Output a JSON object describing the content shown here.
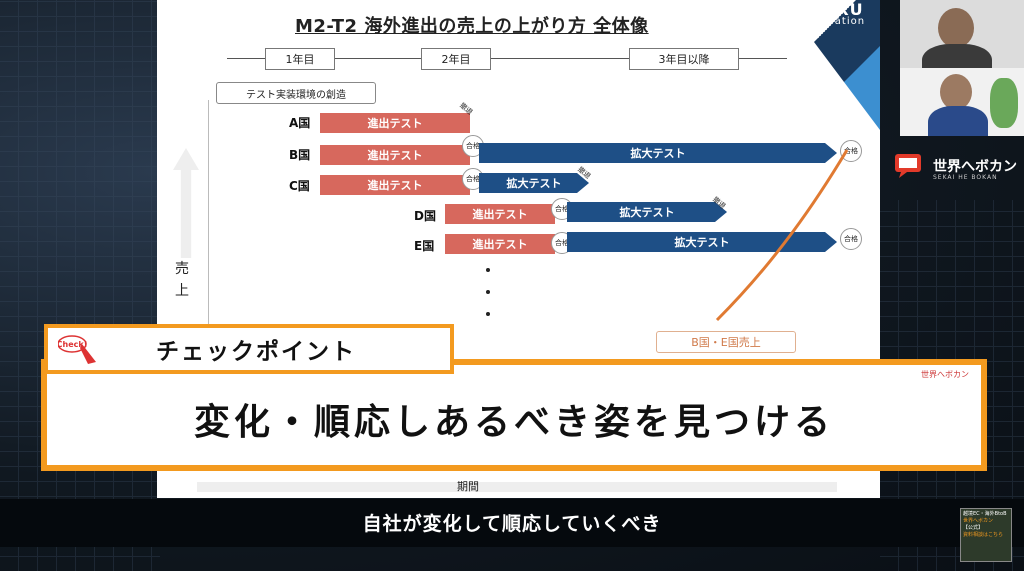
{
  "slide": {
    "title": "M2-T2 海外進出の売上の上がり方 全体像",
    "brand": "COUXU",
    "brand_sub": "Corporation",
    "years": [
      "1年目",
      "2年目",
      "3年目以降"
    ],
    "env_box": "テスト実装環境の創造",
    "y_axis": "売上",
    "x_axis": "期間",
    "sales_box": "B国・E国売上",
    "rows": [
      {
        "country": "A国",
        "entry": "進出テスト",
        "expand": "",
        "badge": "",
        "end_tag": "撤退"
      },
      {
        "country": "B国",
        "entry": "進出テスト",
        "expand": "拡大テスト",
        "badge": "合格",
        "end_tag": "合格"
      },
      {
        "country": "C国",
        "entry": "進出テスト",
        "expand": "拡大テスト",
        "badge": "合格",
        "end_tag": "撤退"
      },
      {
        "country": "D国",
        "entry": "進出テスト",
        "expand": "拡大テスト",
        "badge": "合格",
        "end_tag": "撤退"
      },
      {
        "country": "E国",
        "entry": "進出テスト",
        "expand": "拡大テスト",
        "badge": "合格",
        "end_tag": "合格"
      }
    ]
  },
  "checkpoint": {
    "label": "チェックポイント",
    "icon_text": "Check!",
    "headline": "変化・順応しあるべき姿を見つける",
    "mini_logo": "世界へボカン"
  },
  "subtitle": "自社が変化して順応していくべき",
  "channel": {
    "name": "世界へボカン",
    "sub": "SEKAI HE BOKAN"
  },
  "thumb": {
    "line1": "越境EC・海外BtoB",
    "line2": "世界へボカン",
    "line3": "【公式】",
    "line4": "資料相談はこちら"
  },
  "colors": {
    "accent_orange": "#f39a1f",
    "bar_red": "#d7685d",
    "bar_blue": "#1e4f86"
  }
}
